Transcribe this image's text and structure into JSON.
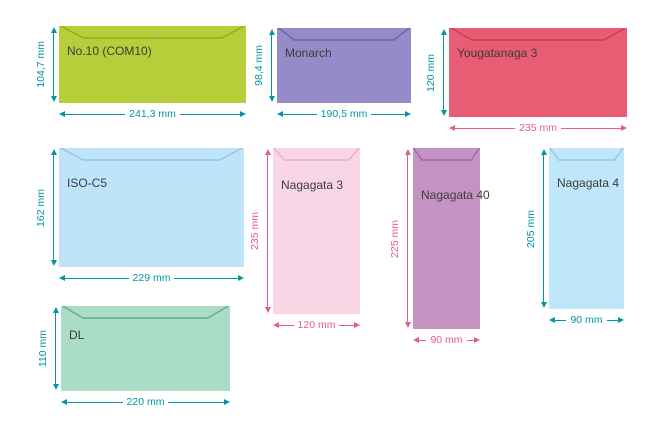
{
  "colors": {
    "teal": "#0096a5",
    "pink": "#e75c8d",
    "label_text": "#3c3c3c"
  },
  "envelopes": [
    {
      "id": "no10",
      "label": "No.10 (COM10)",
      "width_label": "241,3 mm",
      "height_label": "104,7 mm",
      "width_mm": 241.3,
      "height_mm": 104.7,
      "fill": "#b5ce3a",
      "flap": "#8fae1b",
      "width_color": "teal",
      "height_color": "teal"
    },
    {
      "id": "monarch",
      "label": "Monarch",
      "width_label": "190,5 mm",
      "height_label": "98,4 mm",
      "width_mm": 190.5,
      "height_mm": 98.4,
      "fill": "#968bc8",
      "flap": "#6d60b0",
      "width_color": "teal",
      "height_color": "teal"
    },
    {
      "id": "yougatanaga3",
      "label": "Yougatanaga 3",
      "width_label": "235 mm",
      "height_label": "120 mm",
      "width_mm": 235,
      "height_mm": 120,
      "fill": "#e85c74",
      "flap": "#d23a56",
      "width_color": "pink",
      "height_color": "teal"
    },
    {
      "id": "isoc5",
      "label": "ISO-C5",
      "width_label": "229 mm",
      "height_label": "162 mm",
      "width_mm": 229,
      "height_mm": 162,
      "fill": "#bfe3f8",
      "flap": "#8fc6e8",
      "width_color": "teal",
      "height_color": "teal"
    },
    {
      "id": "nagagata3",
      "label": "Nagagata 3",
      "width_label": "120 mm",
      "height_label": "235 mm",
      "width_mm": 120,
      "height_mm": 235,
      "fill": "#f9d6e6",
      "flap": "#efaccd",
      "width_color": "pink",
      "height_color": "pink"
    },
    {
      "id": "nagagata40",
      "label": "Nagagata 40",
      "width_label": "90 mm",
      "height_label": "225 mm",
      "width_mm": 90,
      "height_mm": 225,
      "fill": "#c493c3",
      "flap": "#a867a8",
      "width_color": "pink",
      "height_color": "pink"
    },
    {
      "id": "nagagata4",
      "label": "Nagagata 4",
      "width_label": "90 mm",
      "height_label": "205 mm",
      "width_mm": 90,
      "height_mm": 205,
      "fill": "#bfe6f9",
      "flap": "#8fc9ea",
      "width_color": "teal",
      "height_color": "teal"
    },
    {
      "id": "dl",
      "label": "DL",
      "width_label": "220 mm",
      "height_label": "110 mm",
      "width_mm": 220,
      "height_mm": 110,
      "fill": "#abdcc5",
      "flap": "#57b189",
      "width_color": "teal",
      "height_color": "teal"
    }
  ]
}
